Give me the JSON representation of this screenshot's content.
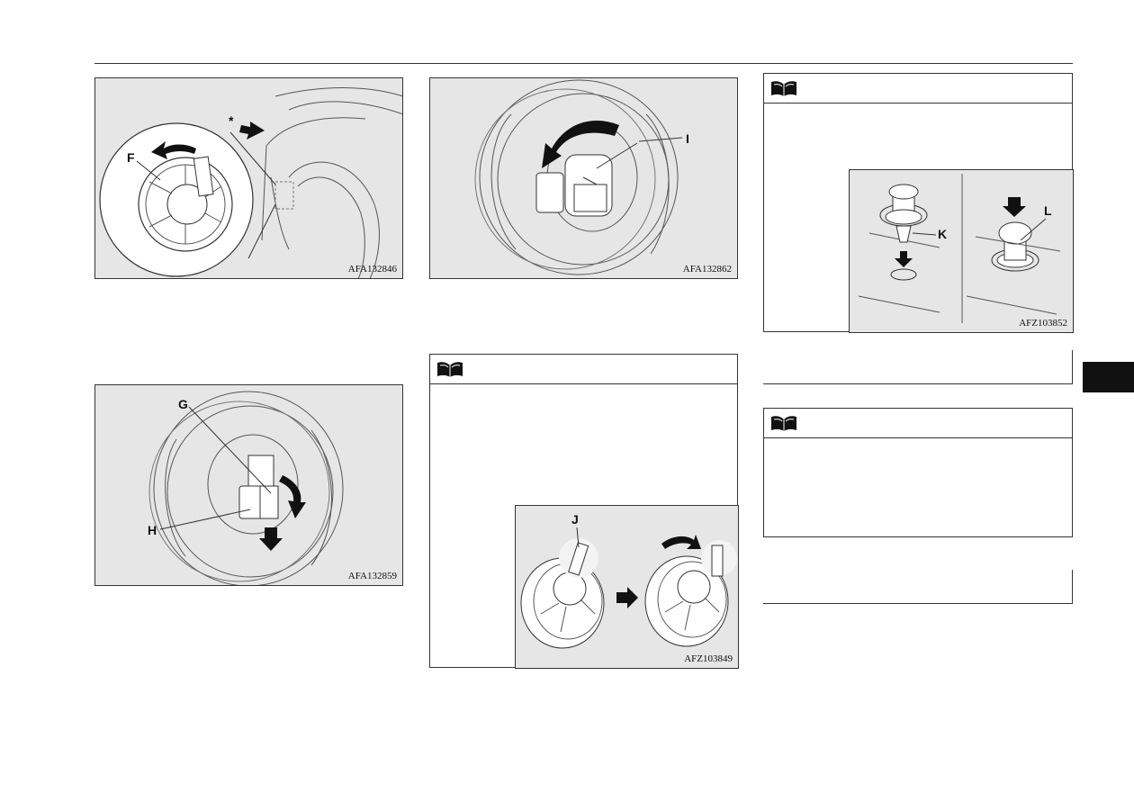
{
  "figures": {
    "fig1": {
      "code": "AFA132846",
      "label_f": "F",
      "asterisk": "*"
    },
    "fig2": {
      "code": "AFA132862",
      "label_i": "I"
    },
    "fig3": {
      "code": "AFA132859",
      "label_g": "G",
      "label_h": "H"
    },
    "fig4": {
      "code": "AFZ103849",
      "label_j": "J"
    },
    "fig5": {
      "code": "AFZ103852",
      "label_k": "K",
      "label_l": "L"
    }
  },
  "icons": {
    "note_icon": "open-book-icon"
  },
  "colors": {
    "figure_bg": "#e6e6e6",
    "side_tab": "#111111"
  }
}
